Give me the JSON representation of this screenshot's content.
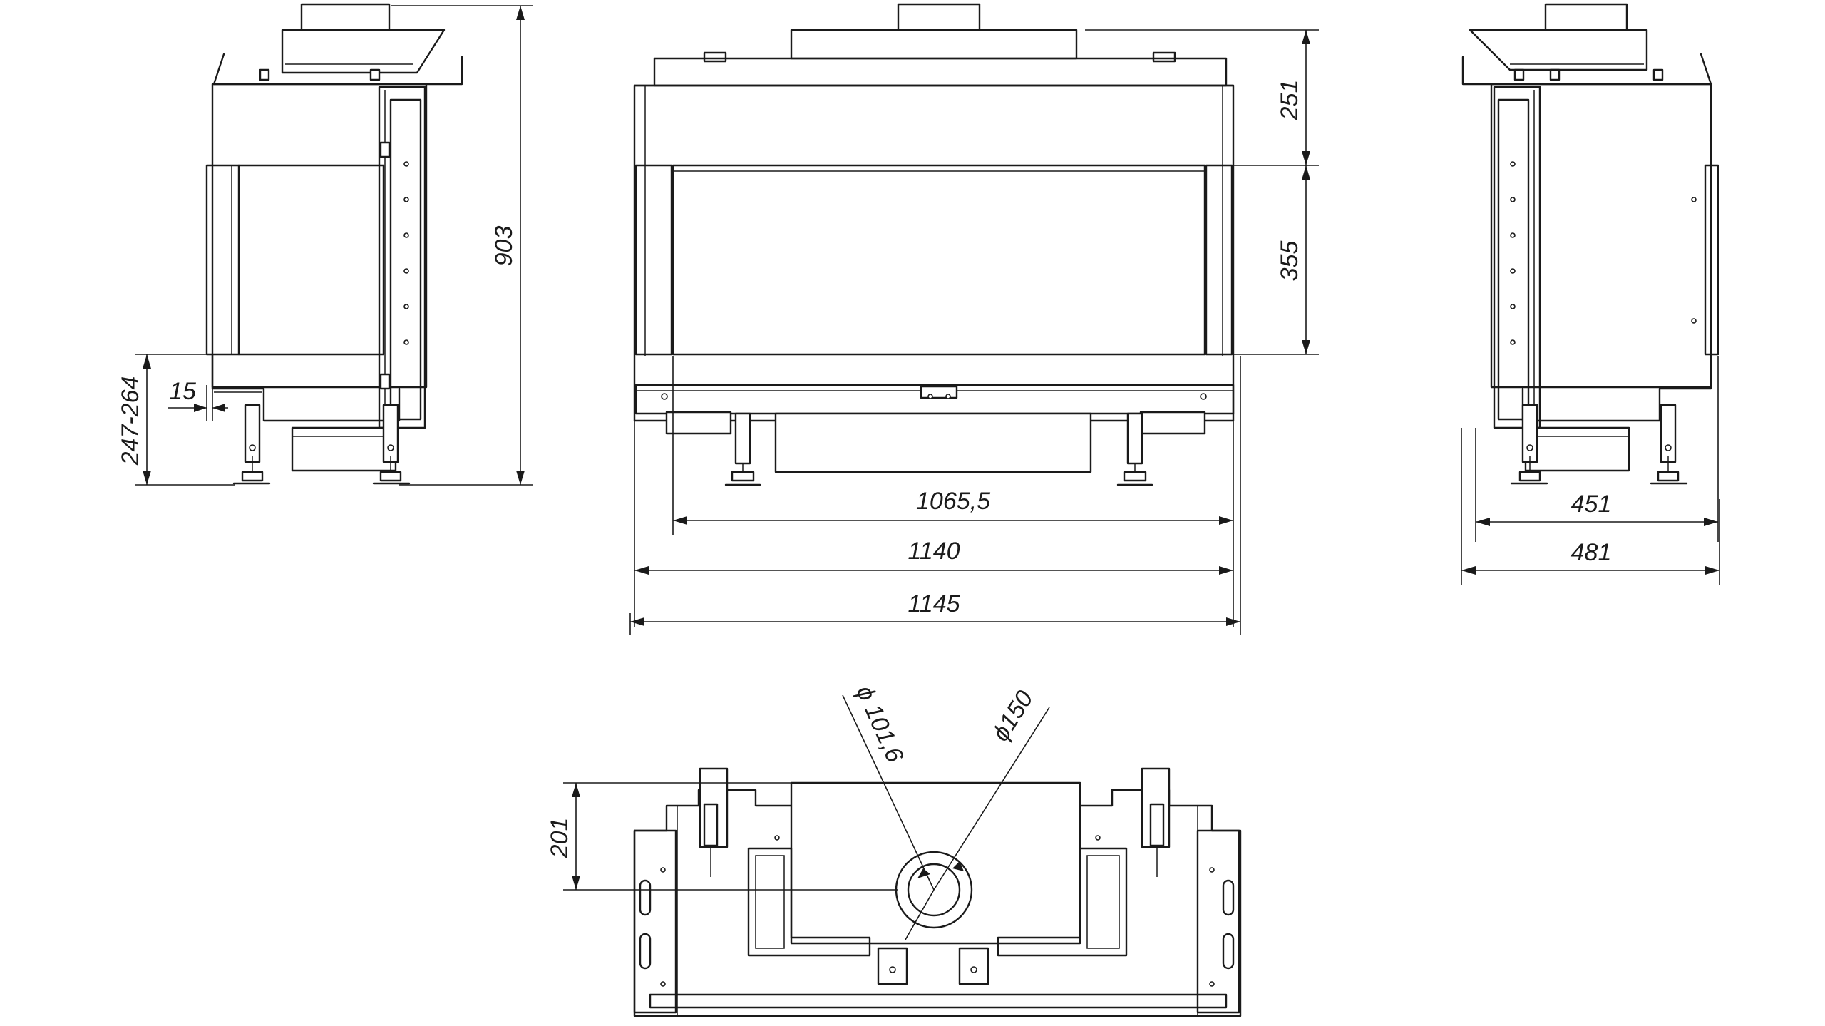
{
  "dimensions": {
    "total_height": "903",
    "leg_height_range": "247-264",
    "side_offset": "15",
    "top_section_height": "251",
    "glass_height": "355",
    "glass_width": "1065,5",
    "body_width": "1140",
    "total_width": "1145",
    "depth_inner": "451",
    "depth_total": "481",
    "flue_offset": "201",
    "flue_inner_diameter": "ϕ 101,6",
    "flue_outer_diameter": "ϕ150"
  }
}
